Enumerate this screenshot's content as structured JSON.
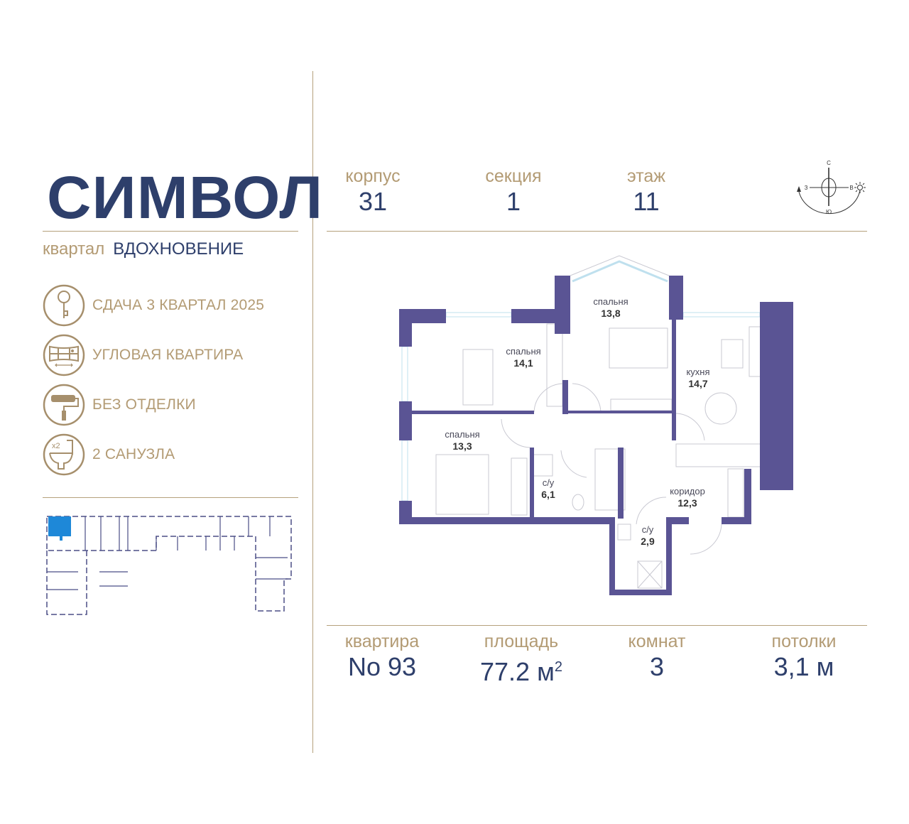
{
  "brand": {
    "logo": "СИМВОЛ",
    "quarter_label": "квартал",
    "quarter_name": "ВДОХНОВЕНИЕ"
  },
  "features": [
    {
      "icon": "key-icon",
      "label": "СДАЧА 3 КВАРТАЛ 2025"
    },
    {
      "icon": "corner-window-icon",
      "label": "УГЛОВАЯ КВАРТИРА"
    },
    {
      "icon": "paint-roller-icon",
      "label": "БЕЗ ОТДЕЛКИ"
    },
    {
      "icon": "toilet-x2-icon",
      "label": "2 САНУЗЛА",
      "badge": "x2"
    }
  ],
  "header": {
    "building": {
      "label": "корпус",
      "value": "31"
    },
    "section": {
      "label": "секция",
      "value": "1"
    },
    "floor": {
      "label": "этаж",
      "value": "11"
    }
  },
  "compass": {
    "north": "С",
    "south": "Ю",
    "west": "З",
    "east": "В"
  },
  "rooms": [
    {
      "name": "спальня",
      "area": "14,1"
    },
    {
      "name": "спальня",
      "area": "13,8"
    },
    {
      "name": "кухня",
      "area": "14,7"
    },
    {
      "name": "спальня",
      "area": "13,3"
    },
    {
      "name": "с/у",
      "area": "6,1"
    },
    {
      "name": "коридор",
      "area": "12,3"
    },
    {
      "name": "с/у",
      "area": "2,9"
    }
  ],
  "footer": {
    "apartment": {
      "label": "квартира",
      "value": "No 93"
    },
    "area": {
      "label": "площадь",
      "value": "77.2 м",
      "unit_sup": "2"
    },
    "rooms": {
      "label": "комнат",
      "value": "3"
    },
    "ceilings": {
      "label": "потолки",
      "value": "3,1 м"
    }
  },
  "colors": {
    "gold": "#B39B74",
    "navy": "#2E3F6B",
    "wall": "#5A5494",
    "highlight": "#1E88D8"
  }
}
